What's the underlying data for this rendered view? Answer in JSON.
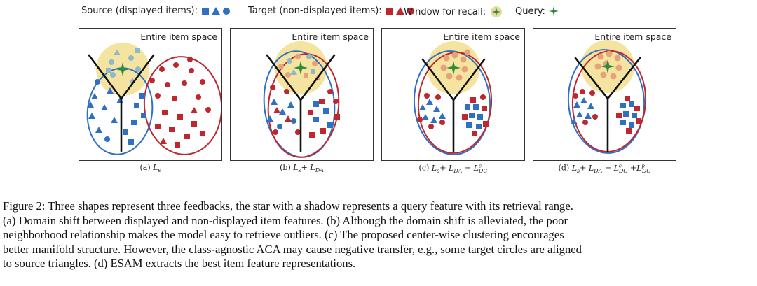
{
  "legend": {
    "source_label": "Source (displayed items):",
    "target_label": "Target (non-displayed items):",
    "window_label": "Window for recall:",
    "query_label": "Query:"
  },
  "colors": {
    "source": "#2f6fc4",
    "target": "#c0262d",
    "window": "#f5e3a0",
    "query": "#2e8b3e",
    "source_fill_in_window": "#8fb8c8",
    "target_fill_in_window": "#e8a27a"
  },
  "panels": [
    {
      "title": "Entire item space",
      "caption_prefix": "(a) ",
      "caption_math": "L",
      "caption_sub": "s"
    },
    {
      "title": "Entire item space",
      "caption_prefix": "(b) ",
      "caption_math": "L",
      "caption_sub": "s",
      "caption_rest": "+ L",
      "caption_rest_sub": "DA"
    },
    {
      "title": "Entire item space",
      "caption_prefix": "(c) ",
      "caption_full": "L_s + L_DA + L^c_DC"
    },
    {
      "title": "Entire item space",
      "caption_prefix": "(d) ",
      "caption_full": "L_s + L_DA + L^c_DC + L^p_DC"
    }
  ],
  "captions": [
    "(a) Ls",
    "(b) Ls+ LDA",
    "(c) Ls+ LDA + LcDC",
    "(d) Ls+ LDA + LcDC +LpDC"
  ],
  "figure_caption": {
    "line1": "Figure 2: Three shapes represent three feedbacks, the star with a shadow represents a query feature with its retrieval range.",
    "line2": "(a) Domain shift between displayed and non-displayed item features. (b) Although the domain shift is alleviated, the poor",
    "line3": "neighborhood relationship makes the model easy to retrieve outliers. (c) The proposed center-wise clustering encourages",
    "line4": "better manifold structure. However, the class-agnostic ACA may cause negative transfer, e.g., some target circles are aligned",
    "line5": "to source triangles. (d) ESAM extracts the best item feature representations."
  }
}
